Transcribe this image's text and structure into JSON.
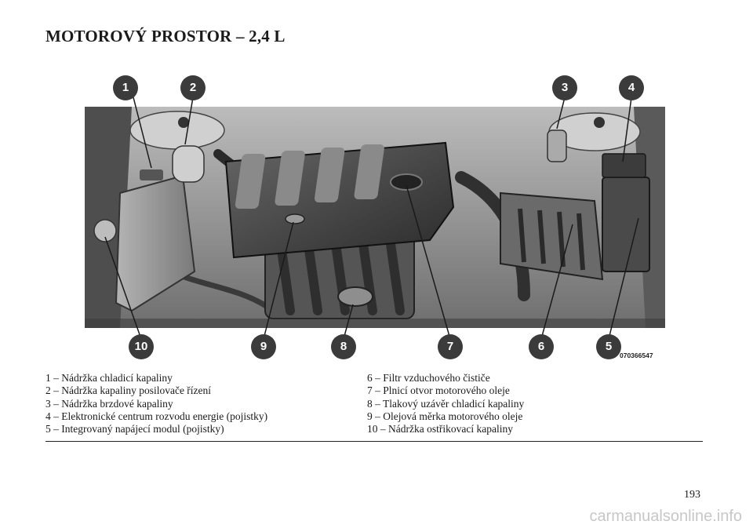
{
  "title": "MOTOROVÝ PROSTOR – 2,4 L",
  "figure": {
    "callouts_top": [
      "1",
      "2",
      "3",
      "4"
    ],
    "callouts_bottom": [
      "10",
      "9",
      "8",
      "7",
      "6",
      "5"
    ],
    "image_code": "070366547"
  },
  "legend": {
    "left": [
      "1 – Nádržka chladicí kapaliny",
      "2 – Nádržka kapaliny posilovače řízení",
      "3 – Nádržka brzdové kapaliny",
      "4 – Elektronické centrum rozvodu energie (pojistky)",
      "5 – Integrovaný napájecí modul (pojistky)"
    ],
    "right": [
      "6 – Filtr vzduchového čističe",
      "7 – Plnicí otvor motorového oleje",
      "8 – Tlakový uzávěr chladicí kapaliny",
      "9 – Olejová měrka motorového oleje",
      "10 – Nádržka ostřikovací kapaliny"
    ]
  },
  "page_number": "193",
  "watermark": "carmanualsonline.info"
}
